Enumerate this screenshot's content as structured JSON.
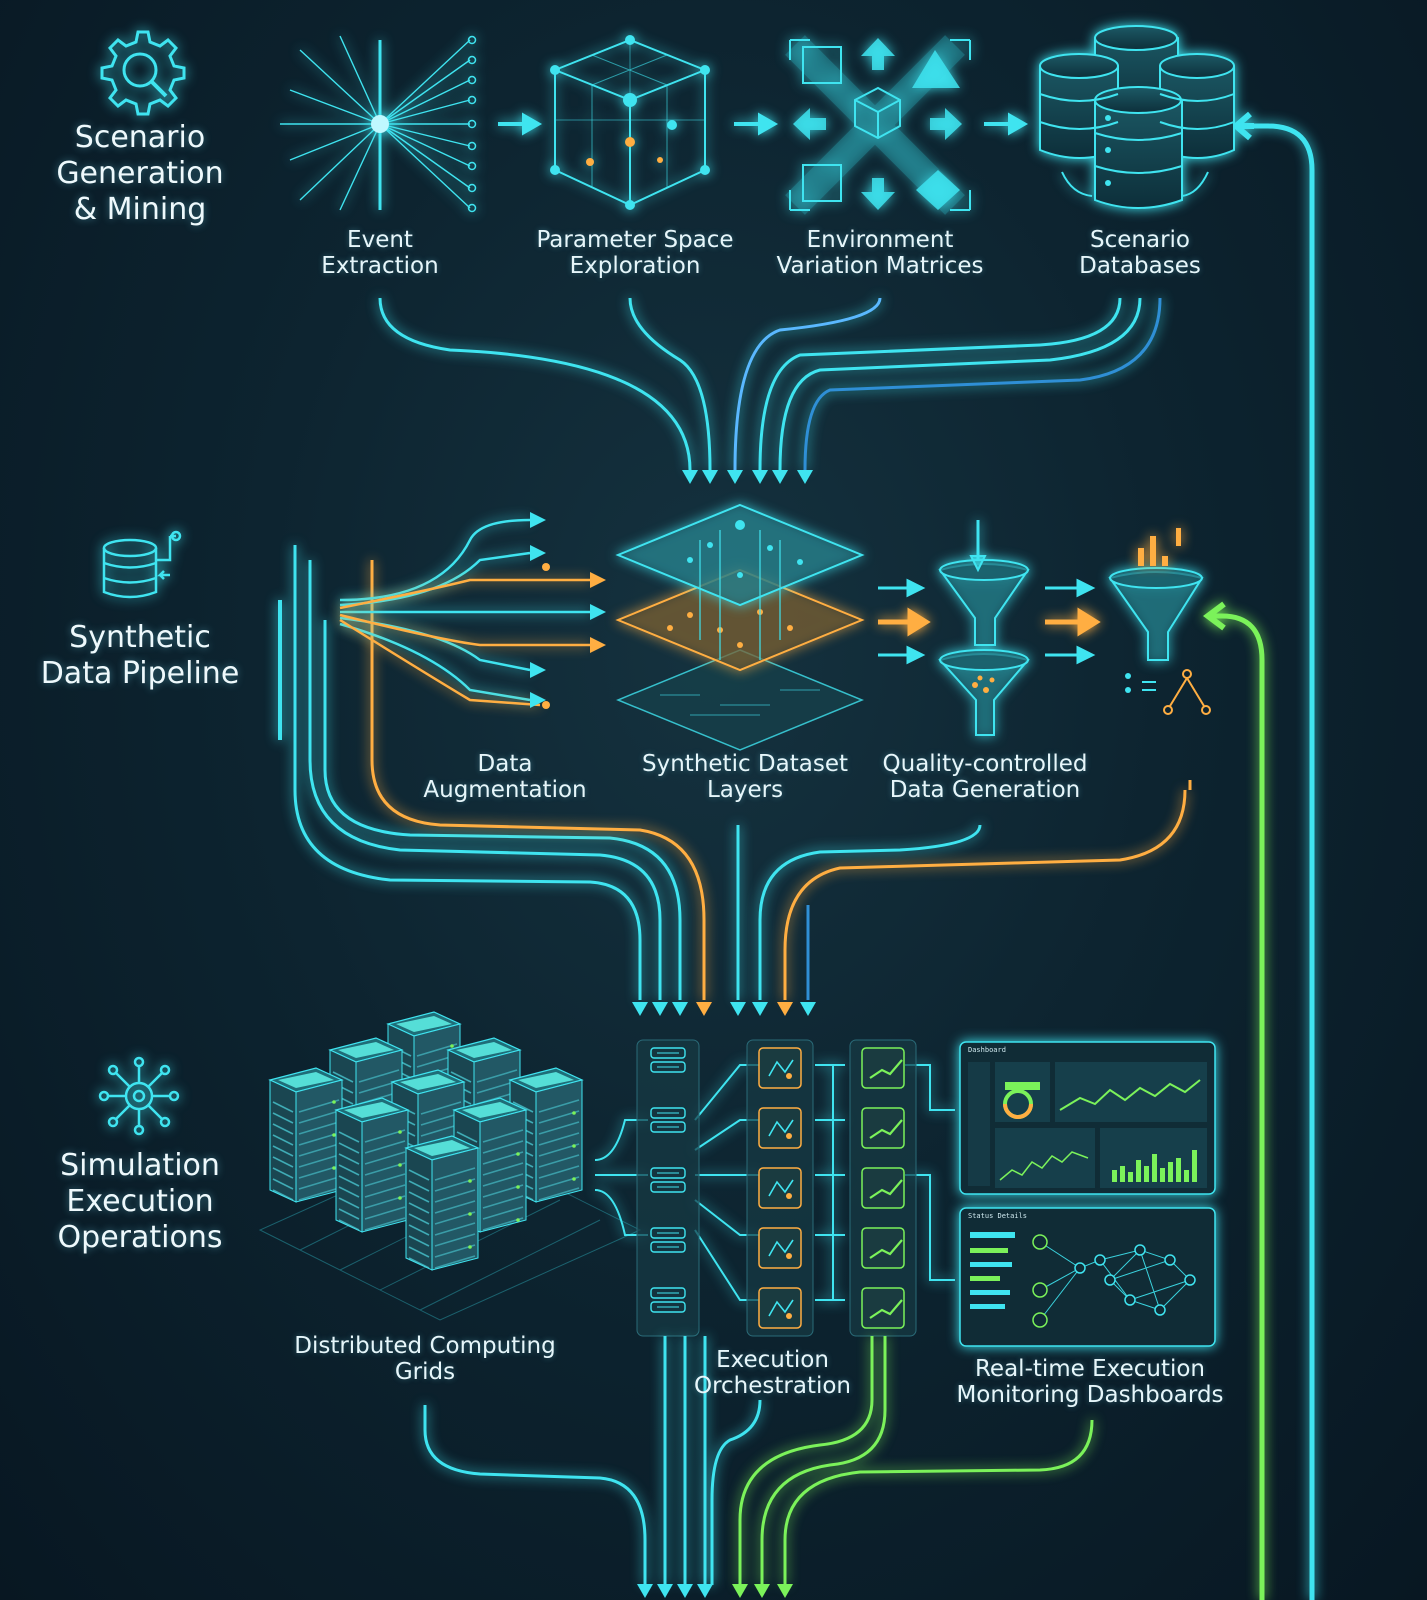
{
  "colors": {
    "background": "#0b1d28",
    "cyan": "#3fe4f0",
    "orange": "#ffae42",
    "green": "#7bf25a",
    "text": "#e6f6fa"
  },
  "sections": {
    "scenario": {
      "title": "Scenario\nGeneration\n& Mining",
      "icon": "gear-search-icon"
    },
    "synthetic": {
      "title": "Synthetic\nData Pipeline",
      "icon": "database-flow-icon"
    },
    "simulation": {
      "title": "Simulation\nExecution\nOperations",
      "icon": "network-gear-icon"
    }
  },
  "stages": {
    "event_extraction": "Event\nExtraction",
    "parameter_space": "Parameter Space\nExploration",
    "environment_variation": "Environment\nVariation Matrices",
    "scenario_databases": "Scenario\nDatabases",
    "data_augmentation": "Data\nAugmentation",
    "synthetic_layers": "Synthetic Dataset\nLayers",
    "quality_controlled": "Quality-controlled\nData Generation",
    "distributed_grids": "Distributed Computing\nGrids",
    "execution_orchestration": "Execution\nOrchestration",
    "monitoring_dashboards": "Real-time Execution\nMonitoring Dashboards"
  },
  "dashboard_panels": {
    "top_title": "Dashboard",
    "bottom_title": "Status Details"
  }
}
